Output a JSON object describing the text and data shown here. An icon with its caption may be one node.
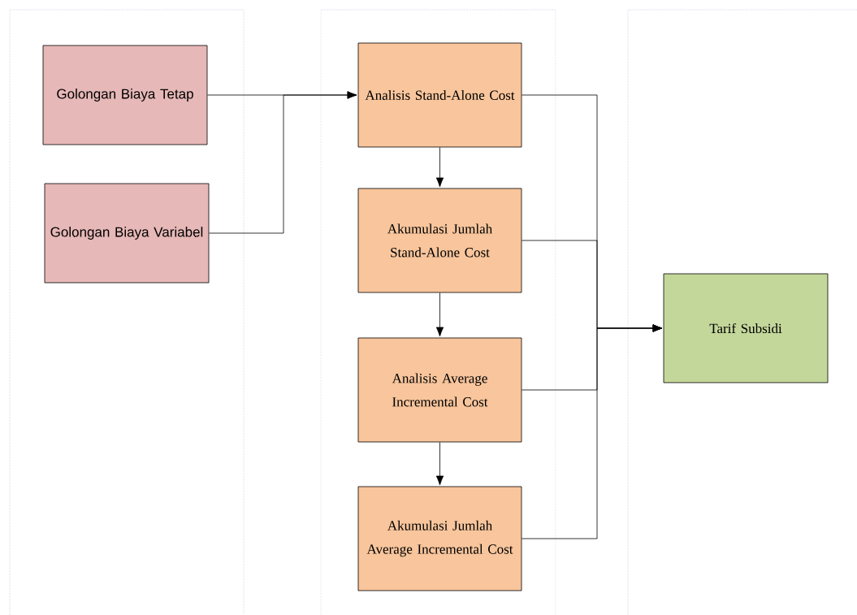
{
  "diagram": {
    "nodes": [
      {
        "text": [
          "Golongan Biaya Tetap"
        ]
      },
      {
        "text": [
          "Golongan Biaya Variabel"
        ]
      },
      {
        "text": [
          "Analisis Stand-Alone Cost"
        ]
      },
      {
        "text": [
          "Akumulasi Jumlah Stand-Alone Cost"
        ]
      },
      {
        "text": [
          "Analisis Average Incremental Cost"
        ]
      },
      {
        "text": [
          "Akumulasi Jumlah Average Incremental Cost"
        ]
      },
      {
        "text": [
          "Tarif Subsidi"
        ]
      }
    ],
    "edges": [
      {
        "from": 0,
        "to": 2,
        "arrow": "to"
      },
      {
        "from": 1,
        "to": 2,
        "arrow": "to"
      },
      {
        "from": 2,
        "to": 3,
        "arrow": "to"
      },
      {
        "from": 3,
        "to": 4,
        "arrow": "to"
      },
      {
        "from": 4,
        "to": 5,
        "arrow": "to"
      },
      {
        "from": 2,
        "to": 6,
        "arrow": "to"
      },
      {
        "from": 3,
        "to": 6,
        "arrow": "to"
      },
      {
        "from": 4,
        "to": 6,
        "arrow": "to"
      },
      {
        "from": 5,
        "to": 6,
        "arrow": "to"
      }
    ]
  }
}
